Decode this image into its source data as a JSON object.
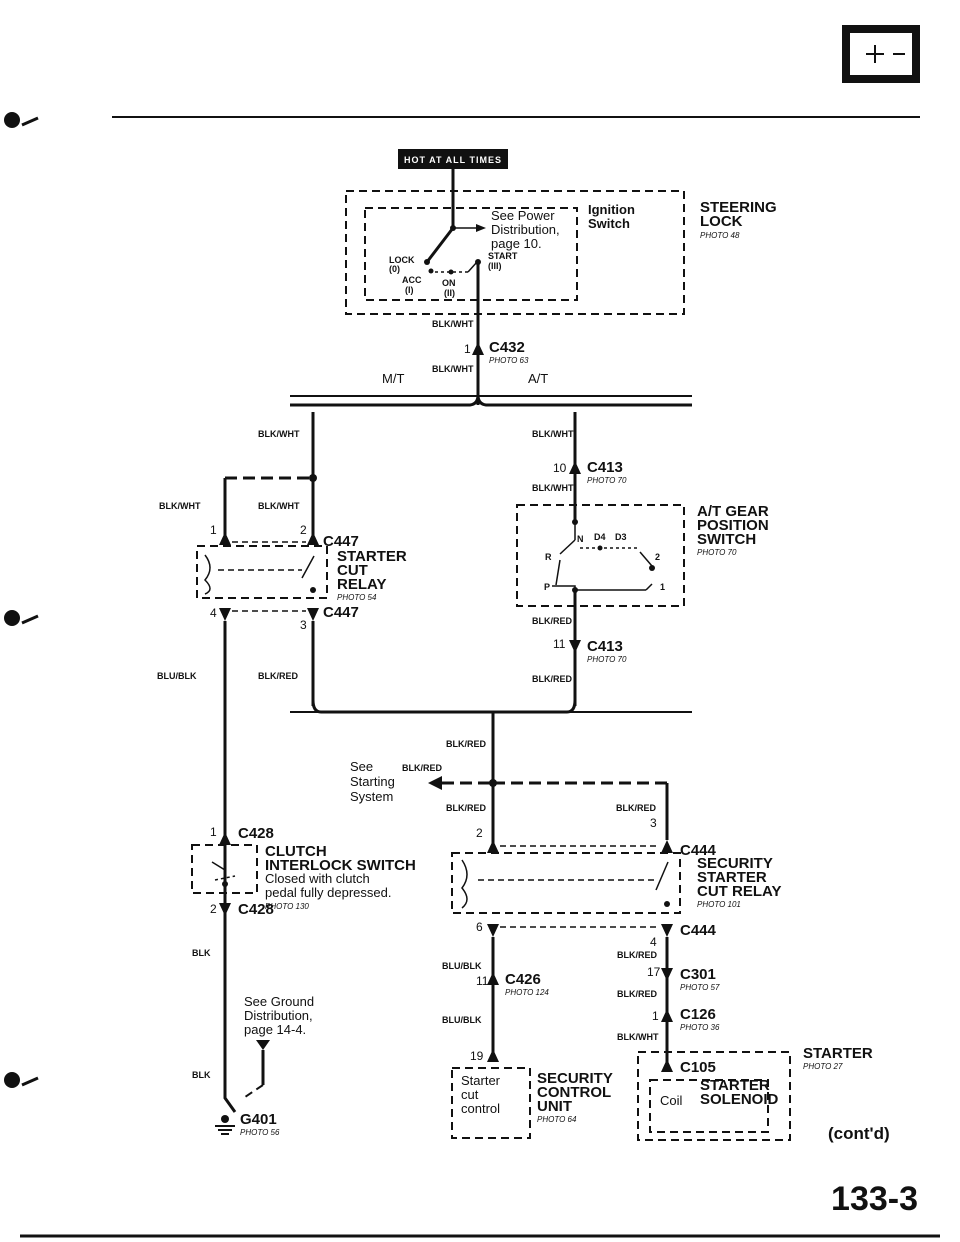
{
  "header": {
    "badge": "HOT AT ALL TIMES"
  },
  "steering_lock": {
    "title_1": "STEERING",
    "title_2": "LOCK",
    "photo": "PHOTO 48",
    "ignition_1": "Ignition",
    "ignition_2": "Switch",
    "see_1": "See Power",
    "see_2": "Distribution,",
    "see_3": "page 10.",
    "lock_1": "LOCK",
    "lock_2": "(0)",
    "acc_1": "ACC",
    "acc_2": "(I)",
    "on_1": "ON",
    "on_2": "(II)",
    "start_1": "START",
    "start_2": "(III)"
  },
  "c432": {
    "name": "C432",
    "photo": "PHOTO 63",
    "pin": "1",
    "wire_top": "BLK/WHT",
    "wire_bot": "BLK/WHT"
  },
  "branches": {
    "mt": "M/T",
    "at": "A/T"
  },
  "left": {
    "wire_1": "BLK/WHT",
    "wire_2": "BLK/WHT",
    "wire_3": "BLK/WHT",
    "c447": "C447",
    "pin_1": "1",
    "pin_2": "2",
    "pin_3": "3",
    "pin_4": "4",
    "relay_1": "STARTER",
    "relay_2": "CUT",
    "relay_3": "RELAY",
    "relay_photo": "PHOTO 54",
    "wire_4": "BLU/BLK",
    "wire_5": "BLK/RED"
  },
  "right_top": {
    "wire_1": "BLK/WHT",
    "wire_2": "BLK/WHT",
    "c413": "C413",
    "c413_photo": "PHOTO 70",
    "pin_10": "10",
    "pin_11": "11",
    "sw_1": "A/T GEAR",
    "sw_2": "POSITION",
    "sw_3": "SWITCH",
    "sw_photo": "PHOTO 70",
    "n": "N",
    "d4": "D4",
    "d3": "D3",
    "r": "R",
    "p": "P",
    "two": "2",
    "one": "1",
    "wire_3": "BLK/RED",
    "wire_4": "BLK/RED"
  },
  "middle": {
    "wire_1": "BLK/RED",
    "wire_2": "BLK/RED",
    "wire_3": "BLK/RED",
    "wire_4": "BLK/RED",
    "see_1": "See",
    "see_2": "Starting",
    "see_3": "System"
  },
  "clutch": {
    "c428": "C428",
    "pin_1": "1",
    "pin_2": "2",
    "t1": "CLUTCH",
    "t2": "INTERLOCK SWITCH",
    "d1": "Closed with clutch",
    "d2": "pedal fully depressed.",
    "photo": "PHOTO 130",
    "wire_1": "BLK",
    "wire_2": "BLK",
    "ground_1": "See Ground",
    "ground_2": "Distribution,",
    "ground_3": "page 14-4.",
    "g401": "G401",
    "g401_photo": "PHOTO 56"
  },
  "security": {
    "c444": "C444",
    "pin_2": "2",
    "pin_3": "3",
    "pin_4": "4",
    "pin_6": "6",
    "t1": "SECURITY",
    "t2": "STARTER",
    "t3": "CUT RELAY",
    "photo": "PHOTO 101",
    "wire_1": "BLU/BLK",
    "wire_2": "BLU/BLK",
    "wire_3": "BLK/RED",
    "wire_4": "BLK/RED",
    "wire_5": "BLK/WHT",
    "c426": "C426",
    "c426_photo": "PHOTO 124",
    "pin_11": "11",
    "pin_19": "19",
    "c301": "C301",
    "c301_photo": "PHOTO 57",
    "pin_17": "17",
    "c126": "C126",
    "c126_photo": "PHOTO 36",
    "pin_1": "1",
    "unit_1": "SECURITY",
    "unit_2": "CONTROL",
    "unit_3": "UNIT",
    "unit_photo": "PHOTO 64",
    "starter_1": "Starter",
    "starter_2": "cut",
    "starter_3": "control"
  },
  "starter": {
    "t1": "STARTER",
    "photo": "PHOTO 27",
    "c105": "C105",
    "coil": "Coil",
    "sol_1": "STARTER",
    "sol_2": "SOLENOID"
  },
  "footer": {
    "contd": "(cont'd)",
    "page": "133-3"
  }
}
